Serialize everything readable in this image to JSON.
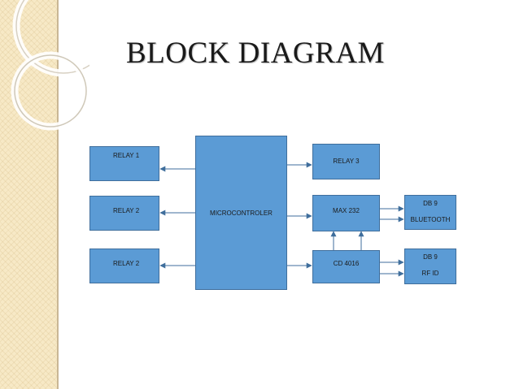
{
  "slide": {
    "title": "BLOCK DIAGRAM"
  },
  "blocks": {
    "relay1": "RELAY 1",
    "relay2a": "RELAY 2",
    "relay2b": "RELAY 2",
    "microcontroller": "MICROCONTROLER",
    "relay3": "RELAY 3",
    "max232": "MAX 232",
    "cd4016": "CD 4016",
    "db9_bluetooth": {
      "line1": "DB 9",
      "line2": "BLUETOOTH"
    },
    "db9_rfid": {
      "line1": "DB 9",
      "line2": "RF ID"
    }
  },
  "colors": {
    "block_fill": "#5b9bd5",
    "block_border": "#3f6e9c",
    "arrow": "#3f6e9c",
    "side_band": "#f7e9c6"
  }
}
